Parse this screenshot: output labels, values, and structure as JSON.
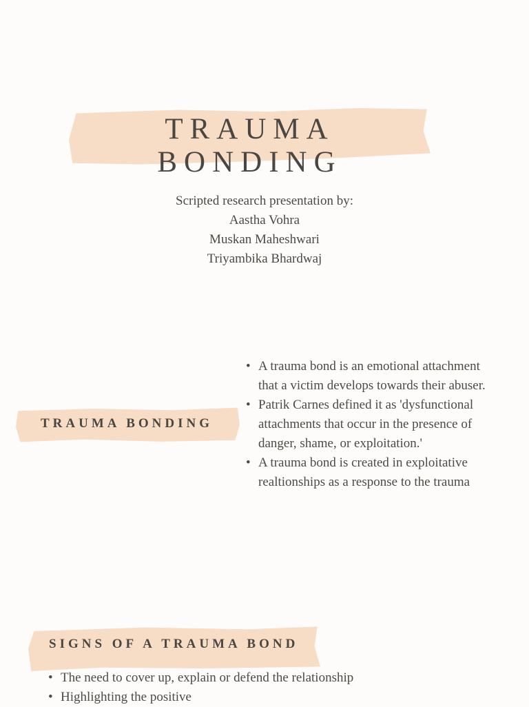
{
  "title": "TRAUMA BONDING",
  "credits": [
    "Scripted research presentation by:",
    "Aastha Vohra",
    "Muskan Maheshwari",
    "Triyambika Bhardwaj"
  ],
  "section1": {
    "heading": "TRAUMA BONDING",
    "bullets": [
      "A trauma bond is an emotional attachment that a victim develops towards their abuser.",
      "Patrik Carnes defined it as 'dysfunctional attachments that occur in the presence of danger, shame, or exploitation.'",
      "A trauma bond is created in exploitative realtionships as a response to the trauma"
    ]
  },
  "section2": {
    "heading": "SIGNS OF A TRAUMA BOND",
    "bullets": [
      "The need to cover up, explain or defend the relationship",
      "Highlighting the positive"
    ]
  },
  "colors": {
    "brush": "#f7dcc6",
    "text": "#4d4944",
    "background": "#fdfcfb"
  }
}
